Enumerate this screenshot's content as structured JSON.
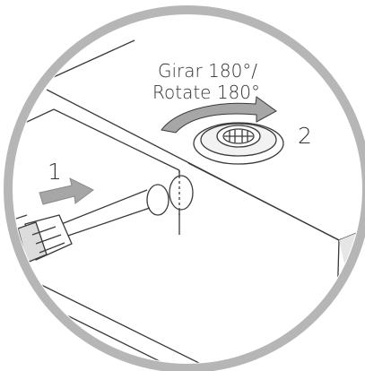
{
  "labels": {
    "rotate_es": "Girar 180°/",
    "rotate_en": "Rotate 180°",
    "step_1": "1",
    "step_2": "2"
  },
  "colors": {
    "ring": "#b6b6b6",
    "line": "#3a3a3a",
    "arrow": "#a6a6a6",
    "surface_shadow": "#d9d9d9"
  }
}
